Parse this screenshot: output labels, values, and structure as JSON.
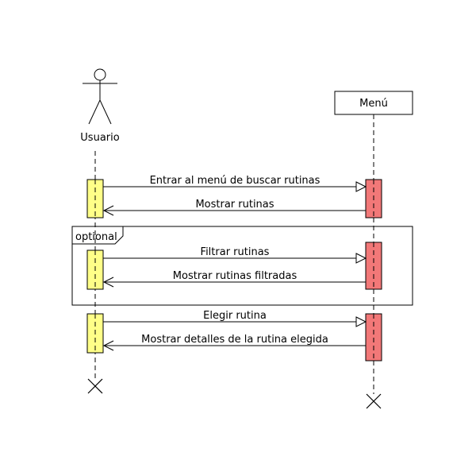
{
  "participants": {
    "actor": {
      "label": "Usuario",
      "icon": "stick-figure-icon"
    },
    "system": {
      "label": "Menú"
    }
  },
  "fragment": {
    "label": "optional"
  },
  "messages": [
    {
      "label": "Entrar al menú de buscar rutinas",
      "kind": "call"
    },
    {
      "label": "Mostrar rutinas",
      "kind": "return"
    },
    {
      "label": "Filtrar rutinas",
      "kind": "call"
    },
    {
      "label": "Mostrar rutinas filtradas",
      "kind": "return"
    },
    {
      "label": "Elegir rutina",
      "kind": "call"
    },
    {
      "label": "Mostrar detalles de la rutina elegida",
      "kind": "return"
    }
  ],
  "colors": {
    "actor_activation": "#ffff88",
    "system_activation": "#f27878",
    "line": "#000000"
  }
}
